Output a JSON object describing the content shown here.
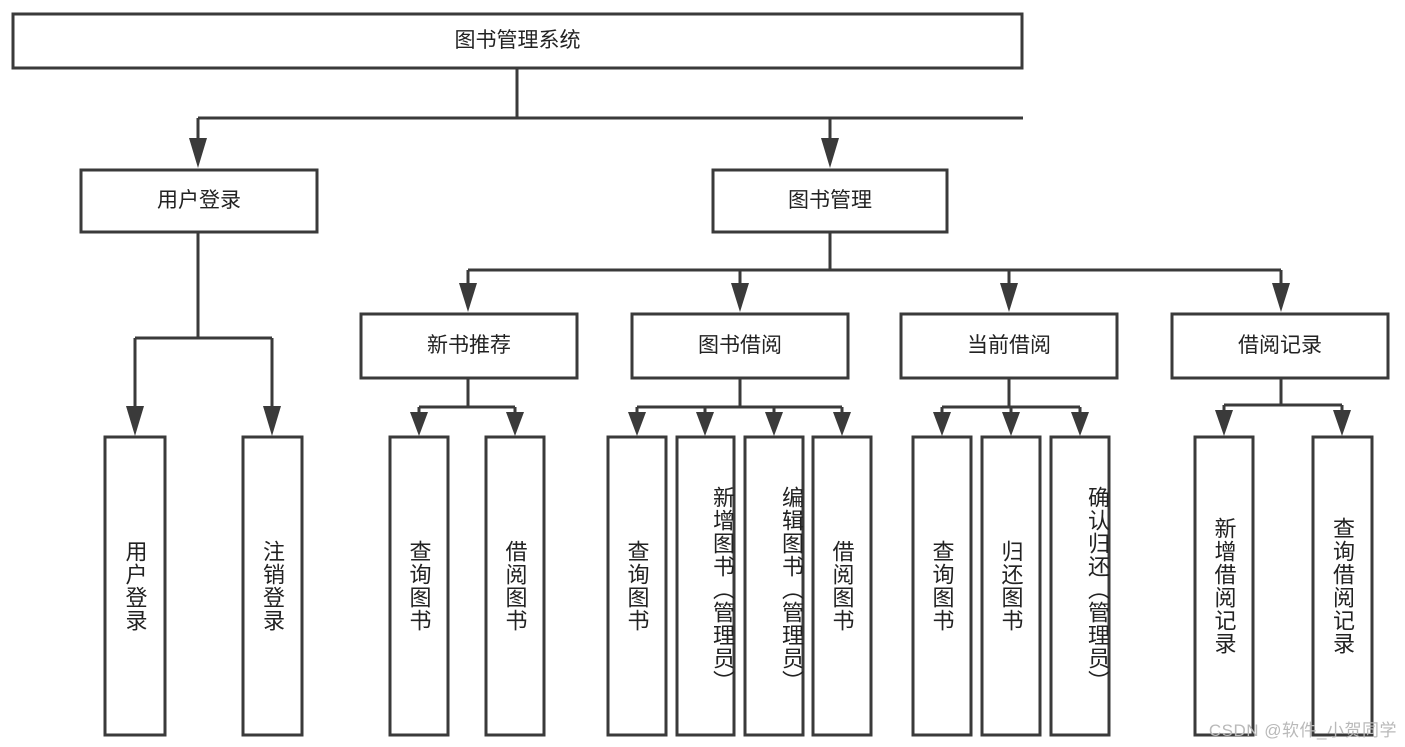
{
  "diagram": {
    "type": "tree-hierarchy",
    "title": "图书管理系统",
    "root": {
      "id": "root",
      "label": "图书管理系统",
      "orientation": "horizontal"
    },
    "level1": [
      {
        "id": "user-login",
        "label": "用户登录",
        "orientation": "horizontal"
      },
      {
        "id": "book-management",
        "label": "图书管理",
        "orientation": "horizontal"
      }
    ],
    "level2": [
      {
        "id": "new-book-recommend",
        "label": "新书推荐",
        "parent": "book-management",
        "orientation": "horizontal"
      },
      {
        "id": "book-borrow",
        "label": "图书借阅",
        "parent": "book-management",
        "orientation": "horizontal"
      },
      {
        "id": "current-borrow",
        "label": "当前借阅",
        "parent": "book-management",
        "orientation": "horizontal"
      },
      {
        "id": "borrow-record",
        "label": "借阅记录",
        "parent": "book-management",
        "orientation": "horizontal"
      }
    ],
    "leaves": [
      {
        "id": "leaf-user-login",
        "label": "用户登录",
        "parent": "user-login",
        "orientation": "vertical"
      },
      {
        "id": "leaf-logout-login",
        "label": "注销登录",
        "parent": "user-login",
        "orientation": "vertical"
      },
      {
        "id": "leaf-query-book-1",
        "label": "查询图书",
        "parent": "new-book-recommend",
        "orientation": "vertical"
      },
      {
        "id": "leaf-borrow-book-1",
        "label": "借阅图书",
        "parent": "new-book-recommend",
        "orientation": "vertical"
      },
      {
        "id": "leaf-query-book-2",
        "label": "查询图书",
        "parent": "book-borrow",
        "orientation": "vertical"
      },
      {
        "id": "leaf-add-book",
        "label": "新增图书（管理员）",
        "parent": "book-borrow",
        "orientation": "vertical"
      },
      {
        "id": "leaf-edit-book",
        "label": "编辑图书（管理员）",
        "parent": "book-borrow",
        "orientation": "vertical"
      },
      {
        "id": "leaf-borrow-book-2",
        "label": "借阅图书",
        "parent": "book-borrow",
        "orientation": "vertical"
      },
      {
        "id": "leaf-query-book-3",
        "label": "查询图书",
        "parent": "current-borrow",
        "orientation": "vertical"
      },
      {
        "id": "leaf-return-book",
        "label": "归还图书",
        "parent": "current-borrow",
        "orientation": "vertical"
      },
      {
        "id": "leaf-confirm-return",
        "label": "确认归还（管理员）",
        "parent": "current-borrow",
        "orientation": "vertical"
      },
      {
        "id": "leaf-add-record",
        "label": "新增借阅记录",
        "parent": "borrow-record",
        "orientation": "vertical"
      },
      {
        "id": "leaf-query-record",
        "label": "查询借阅记录",
        "parent": "borrow-record",
        "orientation": "vertical"
      }
    ],
    "colors": {
      "stroke": "#3a3a3a",
      "fill": "#ffffff",
      "text": "#222222",
      "watermark": "#b9b9b9"
    }
  },
  "watermark": {
    "text": "CSDN @软件_小贺同学"
  }
}
